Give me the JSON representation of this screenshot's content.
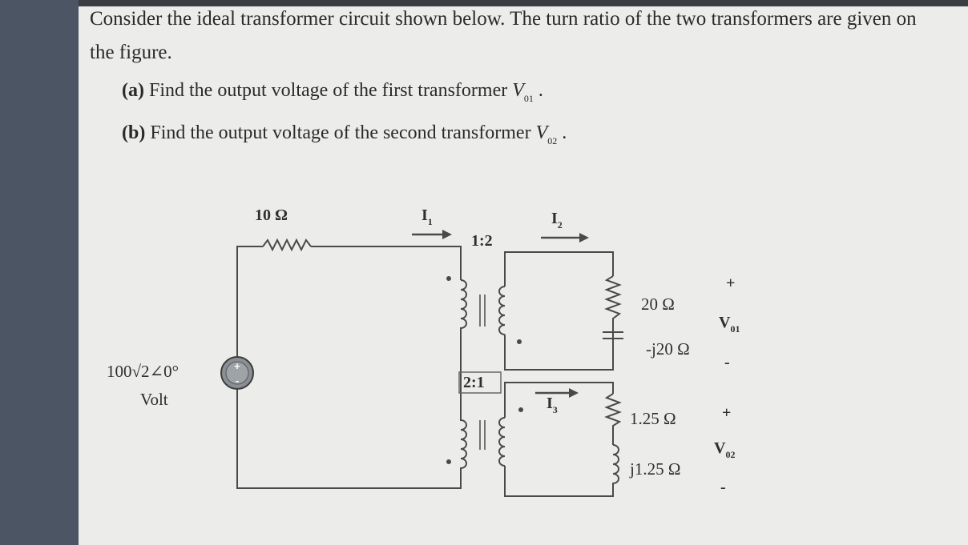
{
  "problem": {
    "intro_line1": "Consider the ideal transformer circuit shown below. The turn ratio of the two transformers are given on",
    "intro_line2": "the figure.",
    "part_a": {
      "label": "(a)",
      "text": "Find the output voltage of the first transformer",
      "symbol": "V",
      "sub": "01",
      "end": "."
    },
    "part_b": {
      "label": "(b)",
      "text": "Find the output voltage of the second transformer",
      "symbol": "V",
      "sub": "02",
      "end": "."
    }
  },
  "circuit": {
    "r_source": "10 Ω",
    "i1": "I",
    "i1_sub": "1",
    "i2": "I",
    "i2_sub": "2",
    "i3": "I",
    "i3_sub": "3",
    "ratio1": "1:2",
    "ratio2": "2:1",
    "source_value": "100√2∠0°",
    "source_unit": "Volt",
    "r1": "20 Ω",
    "x1": "-j20 Ω",
    "r2": "1.25 Ω",
    "x2": "j1.25 Ω",
    "v01_plus": "+",
    "v01_minus": "-",
    "v01": "V",
    "v01_sub": "01",
    "v02_plus": "+",
    "v02_minus": "-",
    "v02": "V",
    "v02_sub": "02"
  }
}
